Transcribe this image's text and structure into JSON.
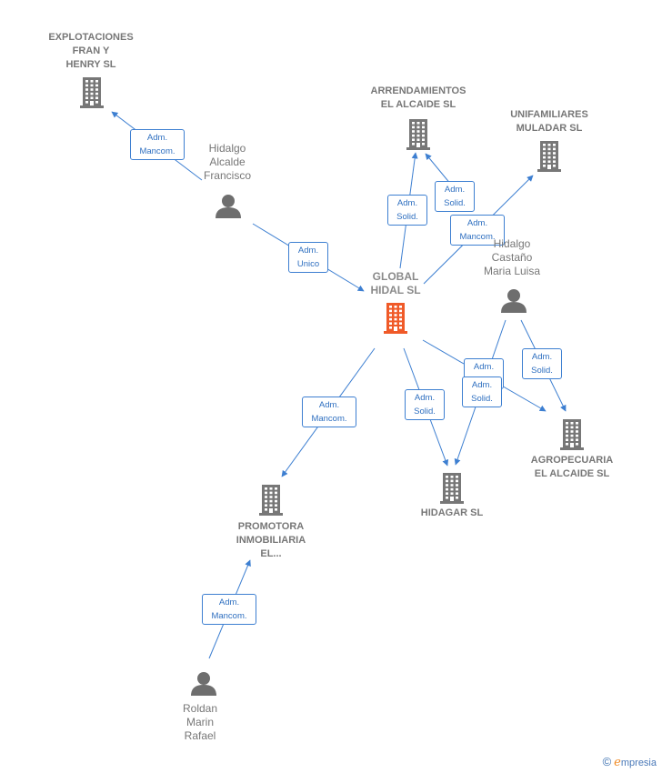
{
  "nodes": {
    "global_hidal": {
      "type": "company",
      "central": true,
      "label": "GLOBAL\nHIDAL  SL"
    },
    "explotaciones": {
      "type": "company",
      "label": "EXPLOTACIONES\nFRAN Y\nHENRY  SL"
    },
    "arrendamientos": {
      "type": "company",
      "label": "ARRENDAMIENTOS\nEL ALCAIDE SL"
    },
    "unifamiliares": {
      "type": "company",
      "label": "UNIFAMILIARES\nMULADAR SL"
    },
    "agropecuaria": {
      "type": "company",
      "label": "AGROPECUARIA\nEL ALCAIDE SL"
    },
    "hidagar": {
      "type": "company",
      "label": "HIDAGAR SL"
    },
    "promotora": {
      "type": "company",
      "label": "PROMOTORA\nINMOBILIARIA\nEL..."
    },
    "hidalgo_alcalde": {
      "type": "person",
      "label": "Hidalgo\nAlcalde\nFrancisco"
    },
    "hidalgo_castano": {
      "type": "person",
      "label": "Hidalgo\nCastaño\nMaria Luisa"
    },
    "roldan": {
      "type": "person",
      "label": "Roldan\nMarin\nRafael"
    }
  },
  "edges": [
    {
      "from": "hidalgo_alcalde",
      "to": "explotaciones",
      "label": "Adm.\nMancom."
    },
    {
      "from": "hidalgo_alcalde",
      "to": "global_hidal",
      "label": "Adm.\nUnico"
    },
    {
      "from": "global_hidal",
      "to": "arrendamientos",
      "label": "Adm.\nSolid."
    },
    {
      "from": "global_hidal",
      "to": "unifamiliares",
      "label": "Adm.\nMancom."
    },
    {
      "from": "global_hidal",
      "to": "promotora",
      "label": "Adm.\nMancom."
    },
    {
      "from": "global_hidal",
      "to": "hidagar",
      "label": "Adm.\nSolid."
    },
    {
      "from": "global_hidal",
      "to": "agropecuaria",
      "label": "Adm.\nSolid."
    },
    {
      "from": "hidalgo_castano",
      "to": "arrendamientos",
      "label": "Adm.\nSolid."
    },
    {
      "from": "hidalgo_castano",
      "to": "hidagar",
      "label": "Adm.\nSolid."
    },
    {
      "from": "hidalgo_castano",
      "to": "agropecuaria",
      "label": "Adm.\nSolid."
    },
    {
      "from": "roldan",
      "to": "promotora",
      "label": "Adm.\nMancom."
    }
  ],
  "colors": {
    "edge": "#3d7fd1",
    "company_icon": "#777777",
    "central_icon": "#f05a28",
    "person_icon": "#6e6e6e"
  },
  "brand": {
    "copyright_symbol": "©",
    "initial": "e",
    "name": "mpresia"
  }
}
